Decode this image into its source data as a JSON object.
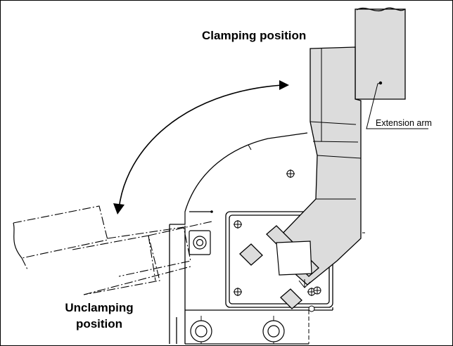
{
  "labels": {
    "clamping": "Clamping position",
    "unclamping_line1": "Unclamping",
    "unclamping_line2": "position",
    "extension_arm": "Extension arm"
  },
  "colors": {
    "arm_fill": "#dcdcdc",
    "line": "#000000"
  }
}
